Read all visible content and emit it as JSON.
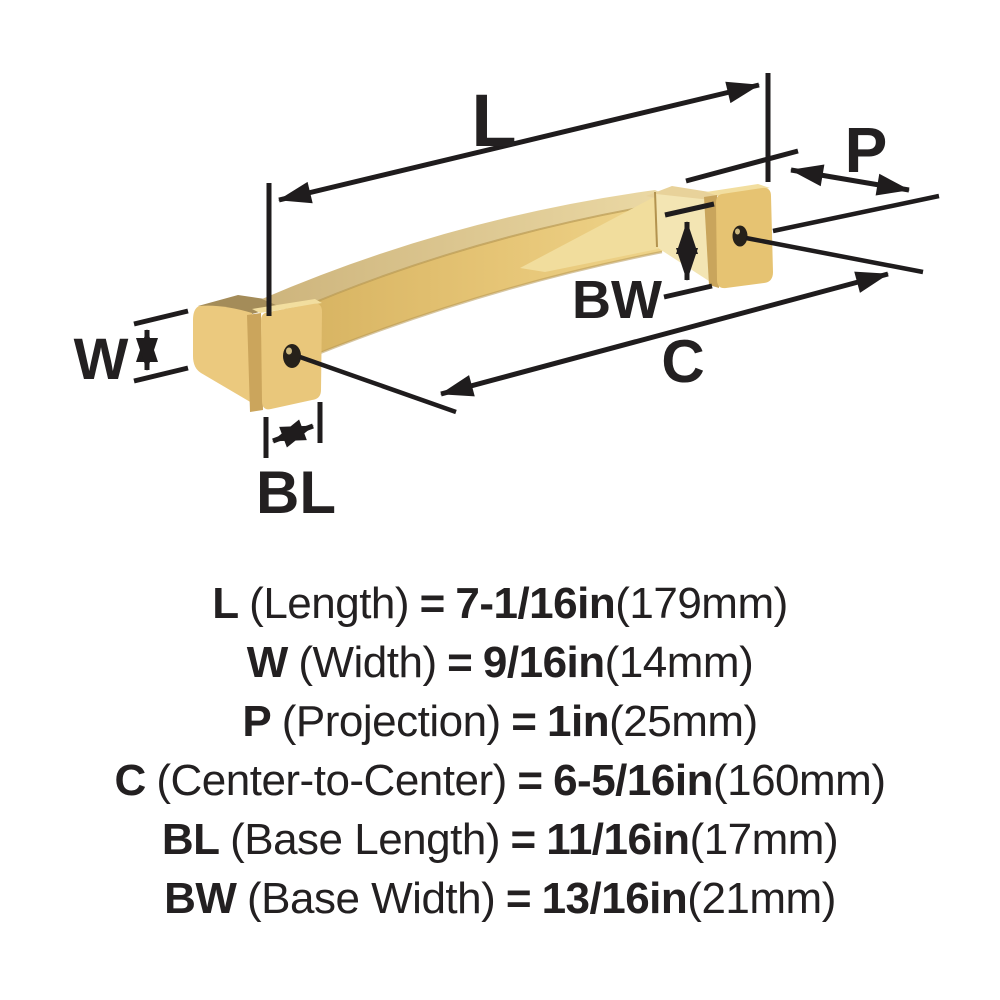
{
  "diagram": {
    "labels": {
      "length": "L",
      "width": "W",
      "projection": "P",
      "center_to_center": "C",
      "base_length": "BL",
      "base_width": "BW"
    },
    "colors": {
      "line": "#1f1c1d",
      "text": "#232021",
      "gold_front": "#e0bd6a",
      "gold_front_bright": "#f0d78f",
      "gold_top": "#d3ba80",
      "gold_top_bright": "#ecdaa6",
      "gold_inner_pale": "#f3e5b3",
      "gold_plate": "#e8c678",
      "gold_plate_edge": "#c9a55c",
      "gold_block_top": "#a48c59",
      "hole": "#26211a"
    }
  },
  "specs": {
    "rows": [
      {
        "sym": "L",
        "name": "(Length)",
        "eq": "=",
        "imperial": "7-1/16in",
        "metric": "(179mm)"
      },
      {
        "sym": "W",
        "name": "(Width)",
        "eq": "=",
        "imperial": "9/16in",
        "metric": "(14mm)"
      },
      {
        "sym": "P",
        "name": "(Projection)",
        "eq": "=",
        "imperial": "1in",
        "metric": "(25mm)"
      },
      {
        "sym": "C",
        "name": "(Center-to-Center)",
        "eq": "=",
        "imperial": "6-5/16in",
        "metric": "(160mm)"
      },
      {
        "sym": "BL",
        "name": "(Base Length)",
        "eq": "=",
        "imperial": "11/16in",
        "metric": "(17mm)"
      },
      {
        "sym": "BW",
        "name": "(Base Width)",
        "eq": "=",
        "imperial": "13/16in",
        "metric": "(21mm)"
      }
    ]
  }
}
